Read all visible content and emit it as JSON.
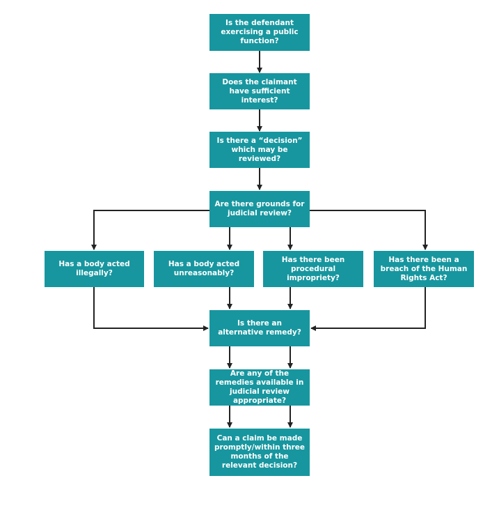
{
  "colors": {
    "box_fill": "#17969f",
    "box_text": "#ffffff",
    "arrow": "#222222"
  },
  "nodes": {
    "public_function": "Is the defendant exercising a public function?",
    "sufficient_interest": "Does the claimant have sufficient interest?",
    "decision": "Is there a “decision” which may be reviewed?",
    "grounds": "Are there grounds for judicial review?",
    "illegally": "Has a body acted illegally?",
    "unreasonably": "Has a body acted unreasonably?",
    "procedural": "Has there been procedural impropriety?",
    "human_rights": "Has there been a breach of the Human Rights Act?",
    "alternative_remedy": "Is there an alternative remedy?",
    "remedies": "Are any of the remedies available in judicial review appropriate?",
    "promptly": "Can a claim be made promptly/within three months of the relevant decision?"
  }
}
